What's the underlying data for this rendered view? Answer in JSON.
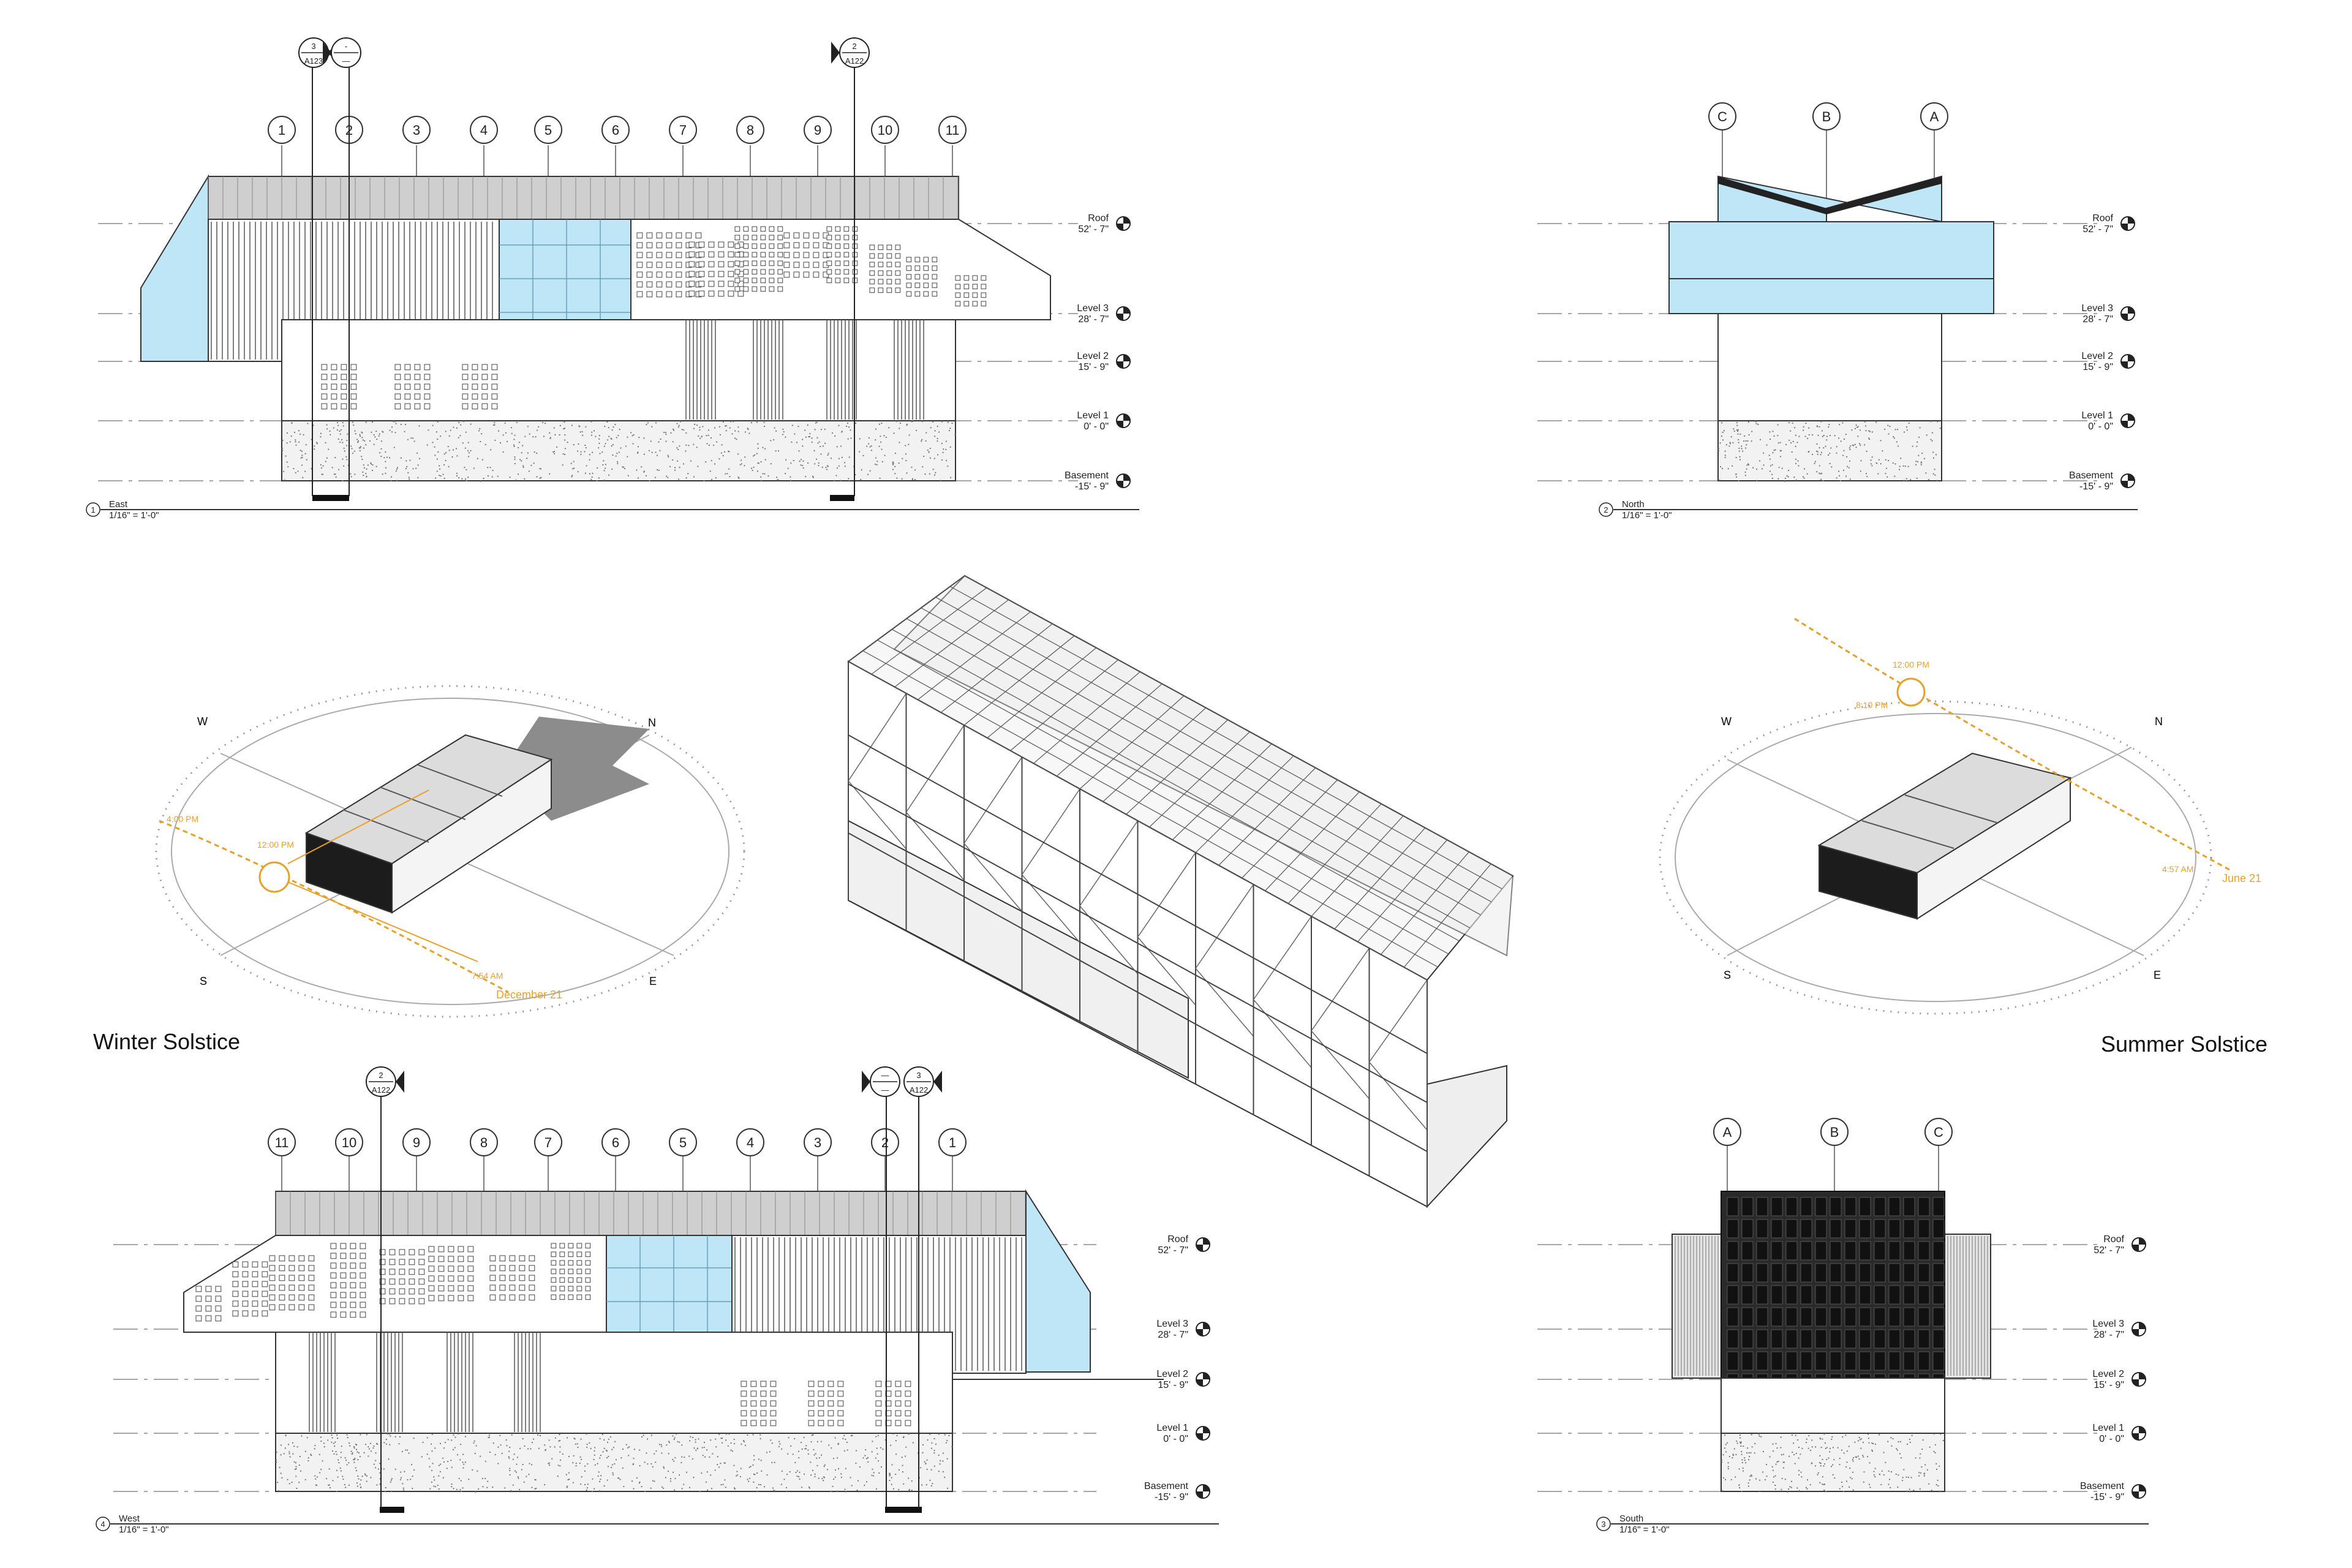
{
  "colors": {
    "glass": "#bfe6f7",
    "line": "#333333",
    "grid_line": "#888888",
    "roof": "#cfcfcf",
    "concrete": "#f2f2f2",
    "dark_panel": "#2a2a2a",
    "sun_path": "#e6a12b"
  },
  "levels": [
    {
      "name": "Roof",
      "elev": "52' - 7\""
    },
    {
      "name": "Level 3",
      "elev": "28' - 7\""
    },
    {
      "name": "Level 2",
      "elev": "15' - 9\""
    },
    {
      "name": "Level 1",
      "elev": "0' - 0\""
    },
    {
      "name": "Basement",
      "elev": "-15' - 9\""
    }
  ],
  "east": {
    "num": "1",
    "name": "East",
    "scale": "1/16\" = 1'-0\"",
    "grids": [
      "1",
      "2",
      "3",
      "4",
      "5",
      "6",
      "7",
      "8",
      "9",
      "10",
      "11"
    ],
    "sections": [
      {
        "top": "3",
        "bottom": "A123"
      },
      {
        "top": "-",
        "bottom": "—"
      },
      {
        "top": "2",
        "bottom": "A122"
      }
    ]
  },
  "north": {
    "num": "2",
    "name": "North",
    "scale": "1/16\" = 1'-0\"",
    "grids": [
      "C",
      "B",
      "A"
    ]
  },
  "west": {
    "num": "4",
    "name": "West",
    "scale": "1/16\" = 1'-0\"",
    "grids": [
      "11",
      "10",
      "9",
      "8",
      "7",
      "6",
      "5",
      "4",
      "3",
      "2",
      "1"
    ],
    "sections": [
      {
        "top": "2",
        "bottom": "A122"
      },
      {
        "top": "—",
        "bottom": "—"
      },
      {
        "top": "3",
        "bottom": "A122"
      }
    ]
  },
  "south": {
    "num": "3",
    "name": "South",
    "scale": "1/16\" = 1'-0\"",
    "grids": [
      "A",
      "B",
      "C"
    ]
  },
  "winter": {
    "title": "Winter Solstice",
    "compass": {
      "w": "W",
      "n": "N",
      "s": "S",
      "e": "E"
    },
    "date": "December 21",
    "times": [
      "4:00 PM",
      "12:00 PM",
      "7:54 AM"
    ]
  },
  "summer": {
    "title": "Summer Solstice",
    "compass": {
      "w": "W",
      "n": "N",
      "s": "S",
      "e": "E"
    },
    "date": "June 21",
    "times": [
      "12:00 PM",
      "8:10 PM",
      "4:57 AM"
    ]
  }
}
